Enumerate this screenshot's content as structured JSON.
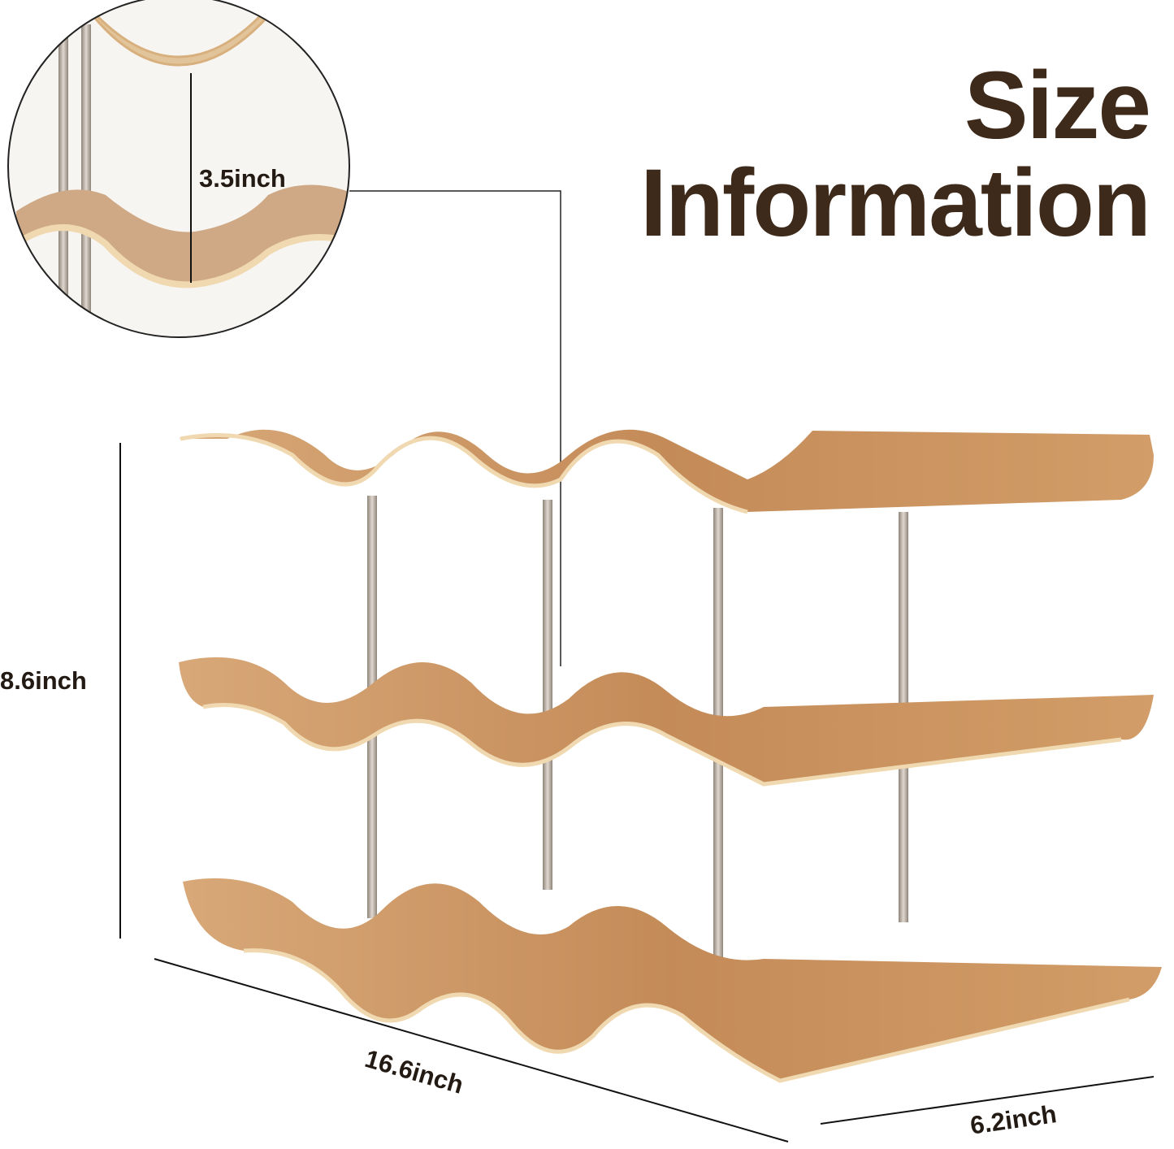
{
  "title": {
    "line1": "Size",
    "line2": "Information"
  },
  "dimensions": {
    "shelf_gap": "3.5inch",
    "height": "8.6inch",
    "length": "16.6inch",
    "depth": "6.2inch"
  },
  "product": {
    "description": "wavy wooden 3-tier tabletop wine rack with metal rods",
    "tiers": 3,
    "colors": {
      "wood": "#c8925e",
      "wood_edge": "#f0d9b0",
      "rod": "#b9ada3",
      "title": "#3e2a1a",
      "text": "#231a14"
    }
  }
}
